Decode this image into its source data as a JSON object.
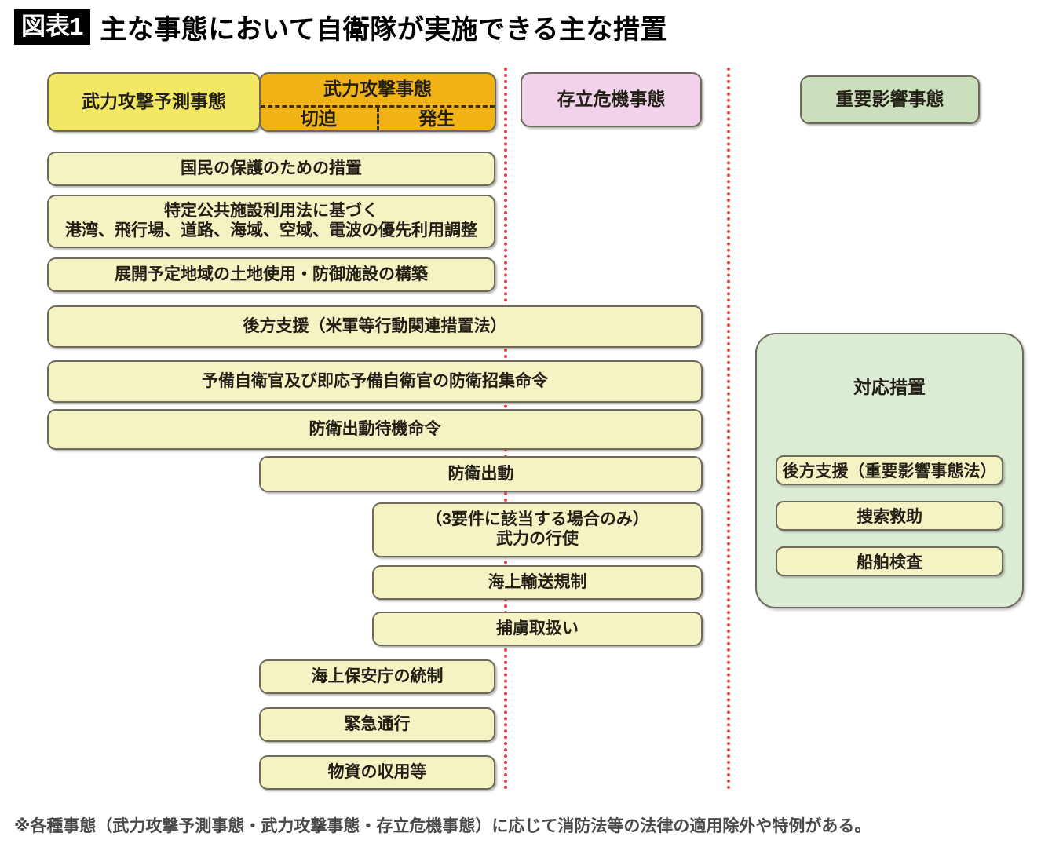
{
  "title": {
    "badge": "図表1",
    "text": "主な事態において自衛隊が実施できる主な措置"
  },
  "colors": {
    "accent_red_divider": "#e8423f",
    "header_predicted": "#f2e863",
    "header_attack": "#f0b215",
    "header_survival": "#f0d3ea",
    "header_impact": "#cbdfbd",
    "measure_box": "#f4f3c4",
    "green_panel": "#dcebd3",
    "box_border": "#6d6a5d",
    "title_badge_bg": "#000000"
  },
  "headers": {
    "predicted_attack": "武力攻撃予測事態",
    "armed_attack": "武力攻撃事態",
    "armed_attack_imminent": "切迫",
    "armed_attack_occurred": "発生",
    "survival_crisis": "存立危機事態",
    "important_influence": "重要影響事態"
  },
  "measures": [
    {
      "id": "protection-of-citizens",
      "label": "国民の保護のための措置"
    },
    {
      "id": "specific-public-facilities",
      "line1": "特定公共施設利用法に基づく",
      "line2": "港湾、飛行場、道路、海域、空域、電波の優先利用調整"
    },
    {
      "id": "land-use-defense-facilities",
      "label": "展開予定地域の土地使用・防御施設の構築"
    },
    {
      "id": "logistic-support-us-forces",
      "label": "後方支援（米軍等行動関連措置法）"
    },
    {
      "id": "reserve-personnel-call-up",
      "label": "予備自衛官及び即応予備自衛官の防衛招集命令"
    },
    {
      "id": "defense-standby-order",
      "label": "防衛出動待機命令"
    },
    {
      "id": "defense-mobilization",
      "label": "防衛出動"
    },
    {
      "id": "use-of-force",
      "line1": "（3要件に該当する場合のみ）",
      "line2": "武力の行使"
    },
    {
      "id": "maritime-transport-restriction",
      "label": "海上輸送規制"
    },
    {
      "id": "prisoner-of-war-treatment",
      "label": "捕虜取扱い"
    },
    {
      "id": "japan-coast-guard-control",
      "label": "海上保安庁の統制"
    },
    {
      "id": "emergency-passage",
      "label": "緊急通行"
    },
    {
      "id": "requisition-of-supplies",
      "label": "物資の収用等"
    }
  ],
  "response_panel": {
    "title": "対応措置",
    "items": [
      "後方支援（重要影響事態法）",
      "捜索救助",
      "船舶検査"
    ]
  },
  "footnote": "※各種事態（武力攻撃予測事態・武力攻撃事態・存立危機事態）に応じて消防法等の法律の適用除外や特例がある。"
}
